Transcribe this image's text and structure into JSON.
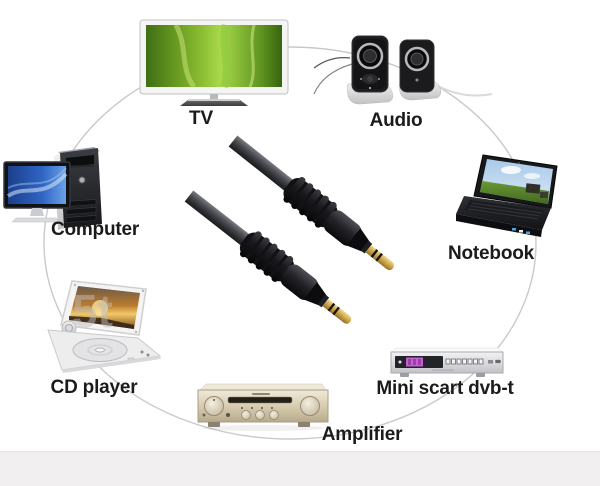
{
  "image": {
    "kind": "product compatibility diagram",
    "background_color": "#ffffff",
    "footer_strip_color": "#f1eff0",
    "ring_color": "#c9c9c9",
    "watermark": "5t"
  },
  "cable": {
    "icon": "audio-jack-cable-icon",
    "cable_color": "#4e4f54",
    "connector_color": "#121215",
    "tip_color": "#d0a94f"
  },
  "devices": [
    {
      "id": "tv",
      "label": "TV",
      "icon": "tv-icon",
      "screen_color": "#8fc53a"
    },
    {
      "id": "audio",
      "label": "Audio",
      "icon": "speakers-icon",
      "body_color": "#1c1c1e"
    },
    {
      "id": "computer",
      "label": "Computer",
      "icon": "desktop-computer-icon",
      "screen_color": "#2f66c4"
    },
    {
      "id": "notebook",
      "label": "Notebook",
      "icon": "laptop-icon",
      "screen_color": "#a9c9e9"
    },
    {
      "id": "cd-player",
      "label": "CD player",
      "icon": "cd-player-icon",
      "screen_color": "#e8a53c"
    },
    {
      "id": "mini-scart",
      "label": "Mini scart dvb-t",
      "icon": "set-top-box-icon",
      "display_color": "#c55fd2"
    },
    {
      "id": "amplifier",
      "label": "Amplifier",
      "icon": "amplifier-icon",
      "body_color": "#d9ceb2"
    }
  ]
}
